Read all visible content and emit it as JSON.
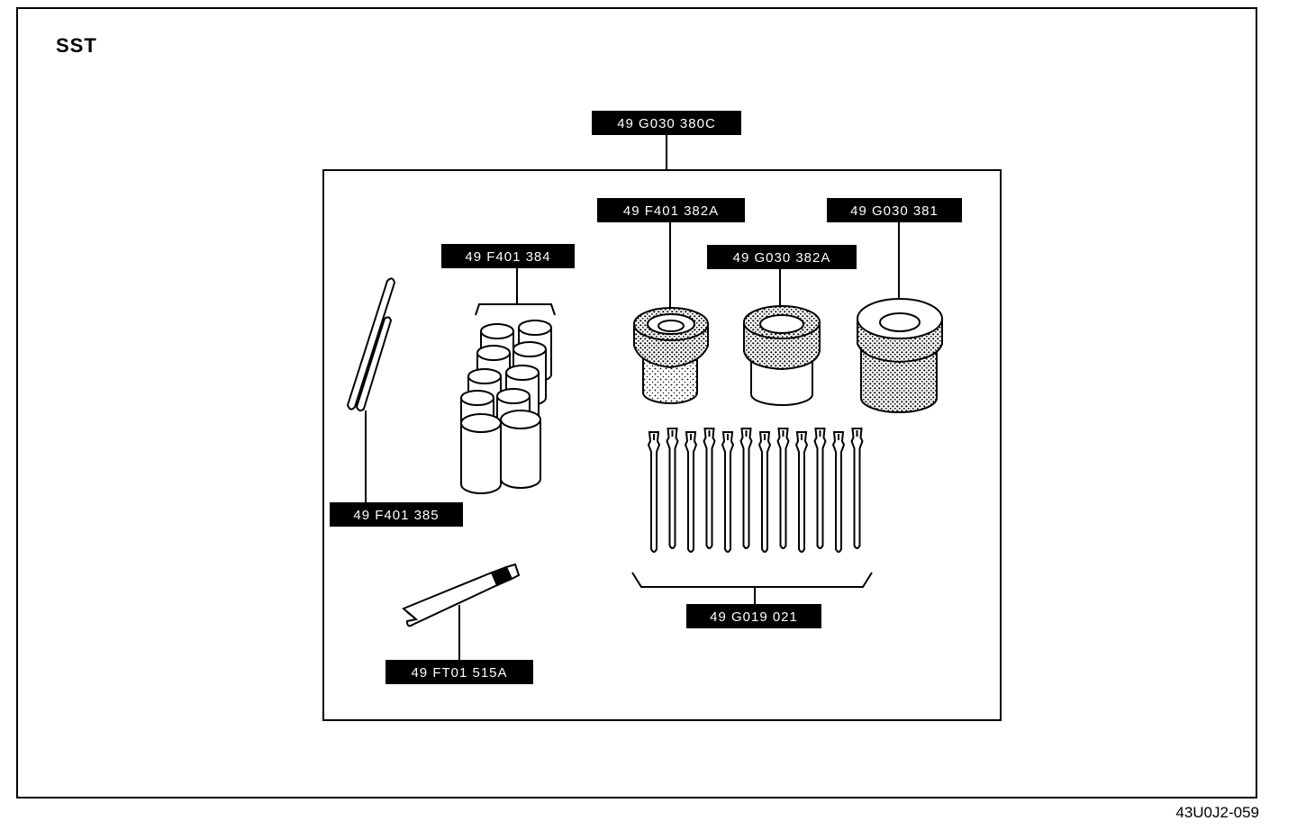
{
  "section_title": "SST",
  "figure_code": "43U0J2-059",
  "labels": {
    "kit": "49 G030 380C",
    "guide_rods": "49 F401 385",
    "guide_sleeves": "49 F401 384",
    "installer_a": "49 F401 382A",
    "installer_b": "49 G030 382A",
    "installer_c": "49 G030 381",
    "pins": "49 G019 021",
    "handle": "49 FT01 515A"
  },
  "colors": {
    "ink": "#000000",
    "paper": "#ffffff"
  }
}
